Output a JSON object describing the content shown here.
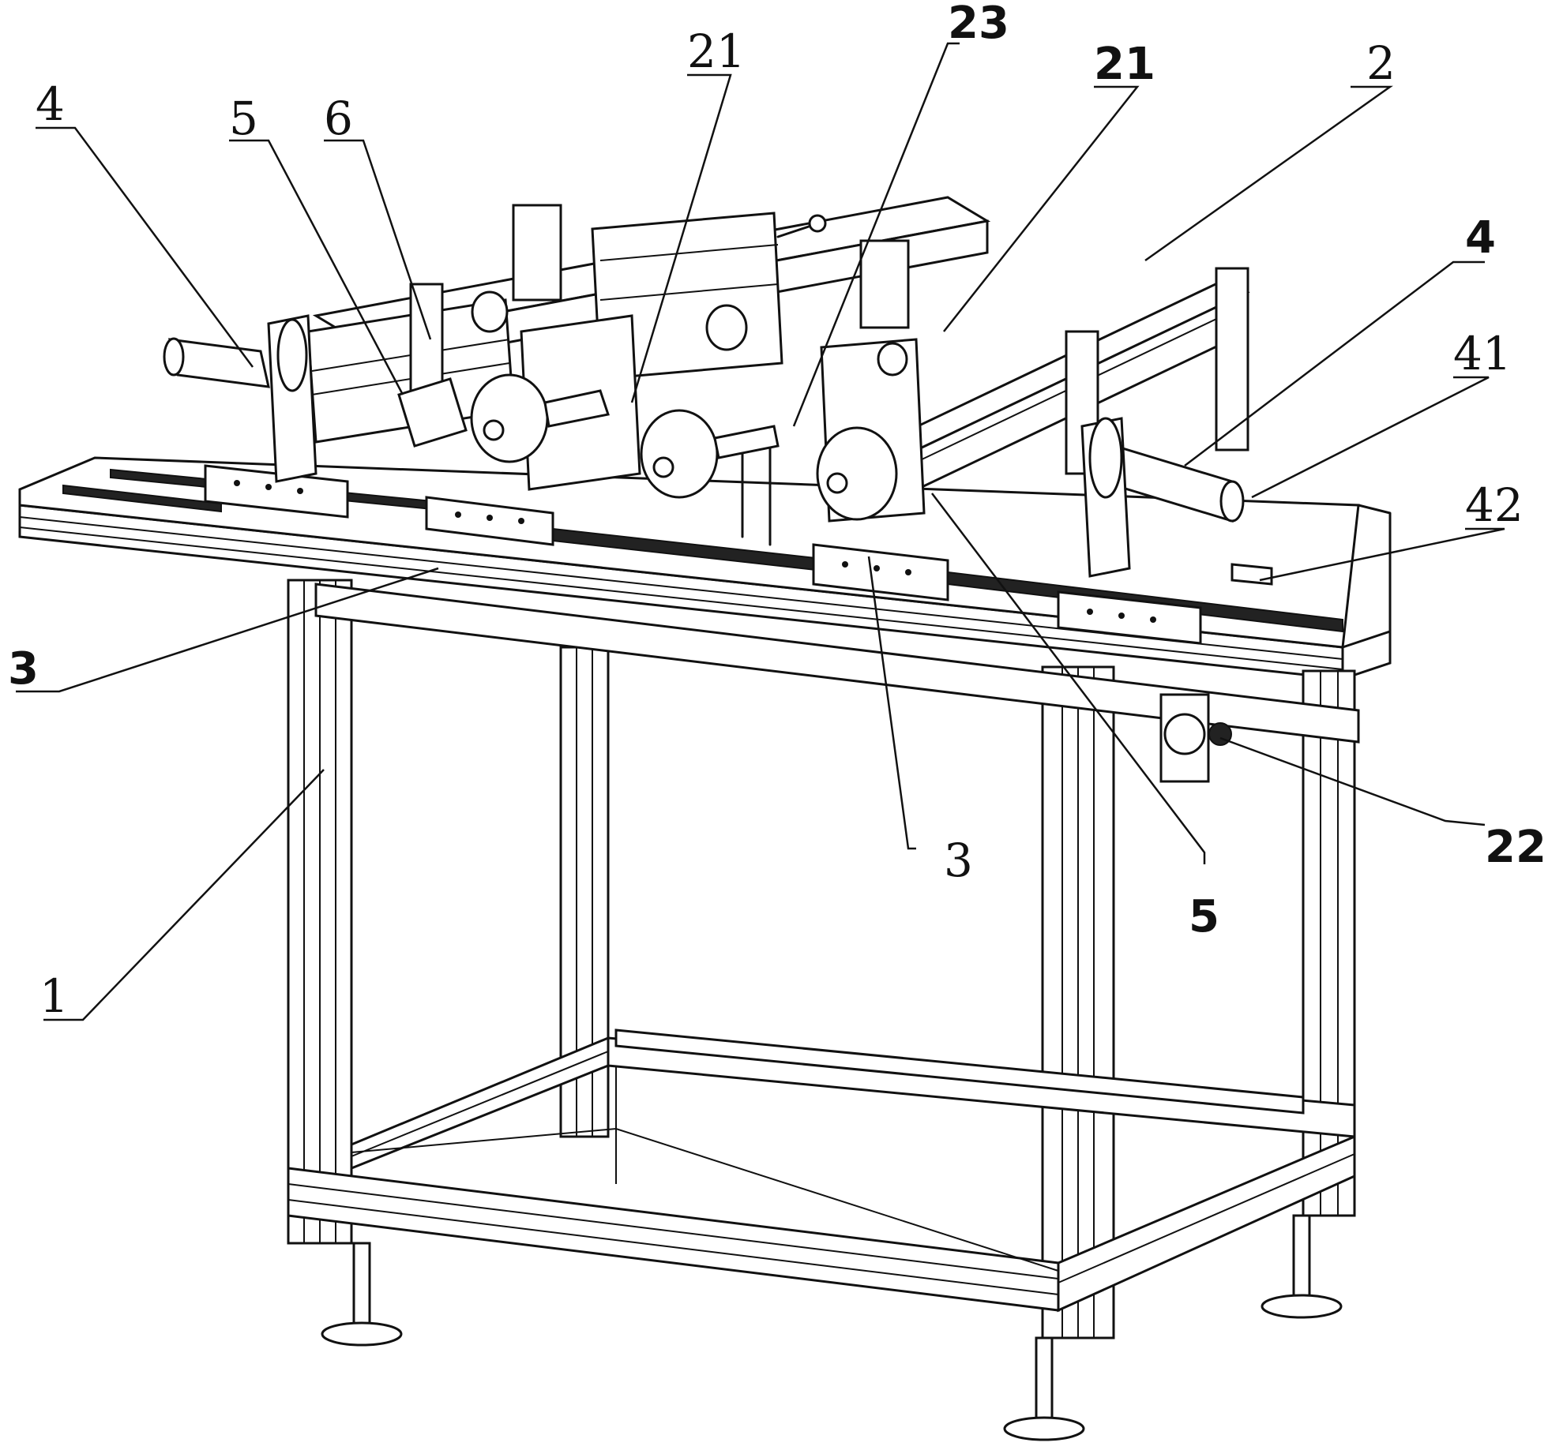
{
  "figure": {
    "labels": {
      "l4_left": "4",
      "l5_left": "5",
      "l6": "6",
      "l21_left": "21",
      "l23": "23",
      "l21_right": "21",
      "l2": "2",
      "l4_right": "4",
      "l41": "41",
      "l42": "42",
      "l3_left": "3",
      "l3_center": "3",
      "l5_right": "5",
      "l22": "22",
      "l1": "1"
    }
  }
}
